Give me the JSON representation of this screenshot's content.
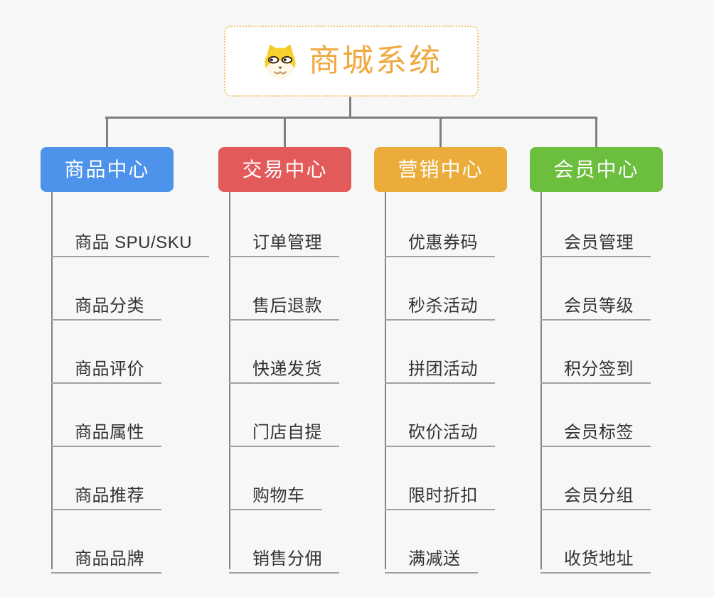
{
  "root": {
    "title": "商城系统",
    "icon": "dog-face-icon",
    "text_color": "#f0a93f",
    "border_color": "#f3c06b"
  },
  "connector_color": "#7f7f7f",
  "underline_color": "#a2a2a2",
  "background_color": "#f7f7f7",
  "branches": [
    {
      "label": "商品中心",
      "color": "#4d92eb",
      "children": [
        "商品 SPU/SKU",
        "商品分类",
        "商品评价",
        "商品属性",
        "商品推荐",
        "商品品牌"
      ]
    },
    {
      "label": "交易中心",
      "color": "#e25a5a",
      "children": [
        "订单管理",
        "售后退款",
        "快递发货",
        "门店自提",
        "购物车",
        "销售分佣"
      ]
    },
    {
      "label": "营销中心",
      "color": "#ebac3b",
      "children": [
        "优惠券码",
        "秒杀活动",
        "拼团活动",
        "砍价活动",
        "限时折扣",
        "满减送"
      ]
    },
    {
      "label": "会员中心",
      "color": "#6cbe3e",
      "children": [
        "会员管理",
        "会员等级",
        "积分签到",
        "会员标签",
        "会员分组",
        "收货地址"
      ]
    }
  ]
}
